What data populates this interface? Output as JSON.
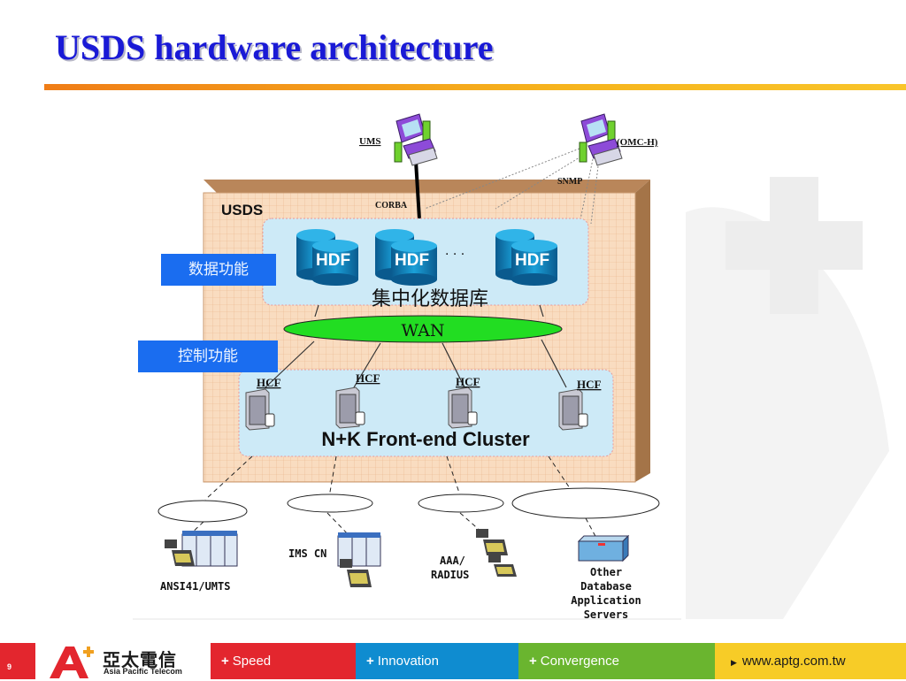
{
  "slide": {
    "title": "USDS hardware architecture",
    "page_number": "9"
  },
  "side_labels": {
    "data_function": "数据功能",
    "control_function": "控制功能"
  },
  "diagram": {
    "usds_label": "USDS",
    "corba_label": "CORBA",
    "snmp_label": "SNMP",
    "ums_label": "UMS",
    "omc_label": "(OMC-H)",
    "hdf_label": "HDF",
    "ellipsis": "· · ·",
    "database_label": "集中化数据库",
    "wan_label": "WAN",
    "hcf_label": "HCF",
    "cluster_label": "N+K Front-end Cluster",
    "networks": {
      "ansi": "ANSI41/UMTS",
      "ims": "IMS CN",
      "aaa_line1": "AAA/",
      "aaa_line2": "RADIUS",
      "other_line1": "Other",
      "other_line2": "Database",
      "other_line3": "Application",
      "other_line4": "Servers"
    }
  },
  "footer": {
    "logo_cn": "亞太電信",
    "logo_en": "Asia Pacific Telecom",
    "speed": "Speed",
    "innovation": "Innovation",
    "convergence": "Convergence",
    "website": "www.aptg.com.tw"
  },
  "colors": {
    "title": "#1a1ad6",
    "usds_box": "#f7d9bd",
    "inner_box": "#cdeaf7",
    "wan_fill": "#22dd22",
    "side_box": "#1a6df0",
    "footer_red": "#e3262e",
    "footer_blue": "#0f8cd0",
    "footer_green": "#6ab52f",
    "footer_yellow": "#f7cc27"
  }
}
